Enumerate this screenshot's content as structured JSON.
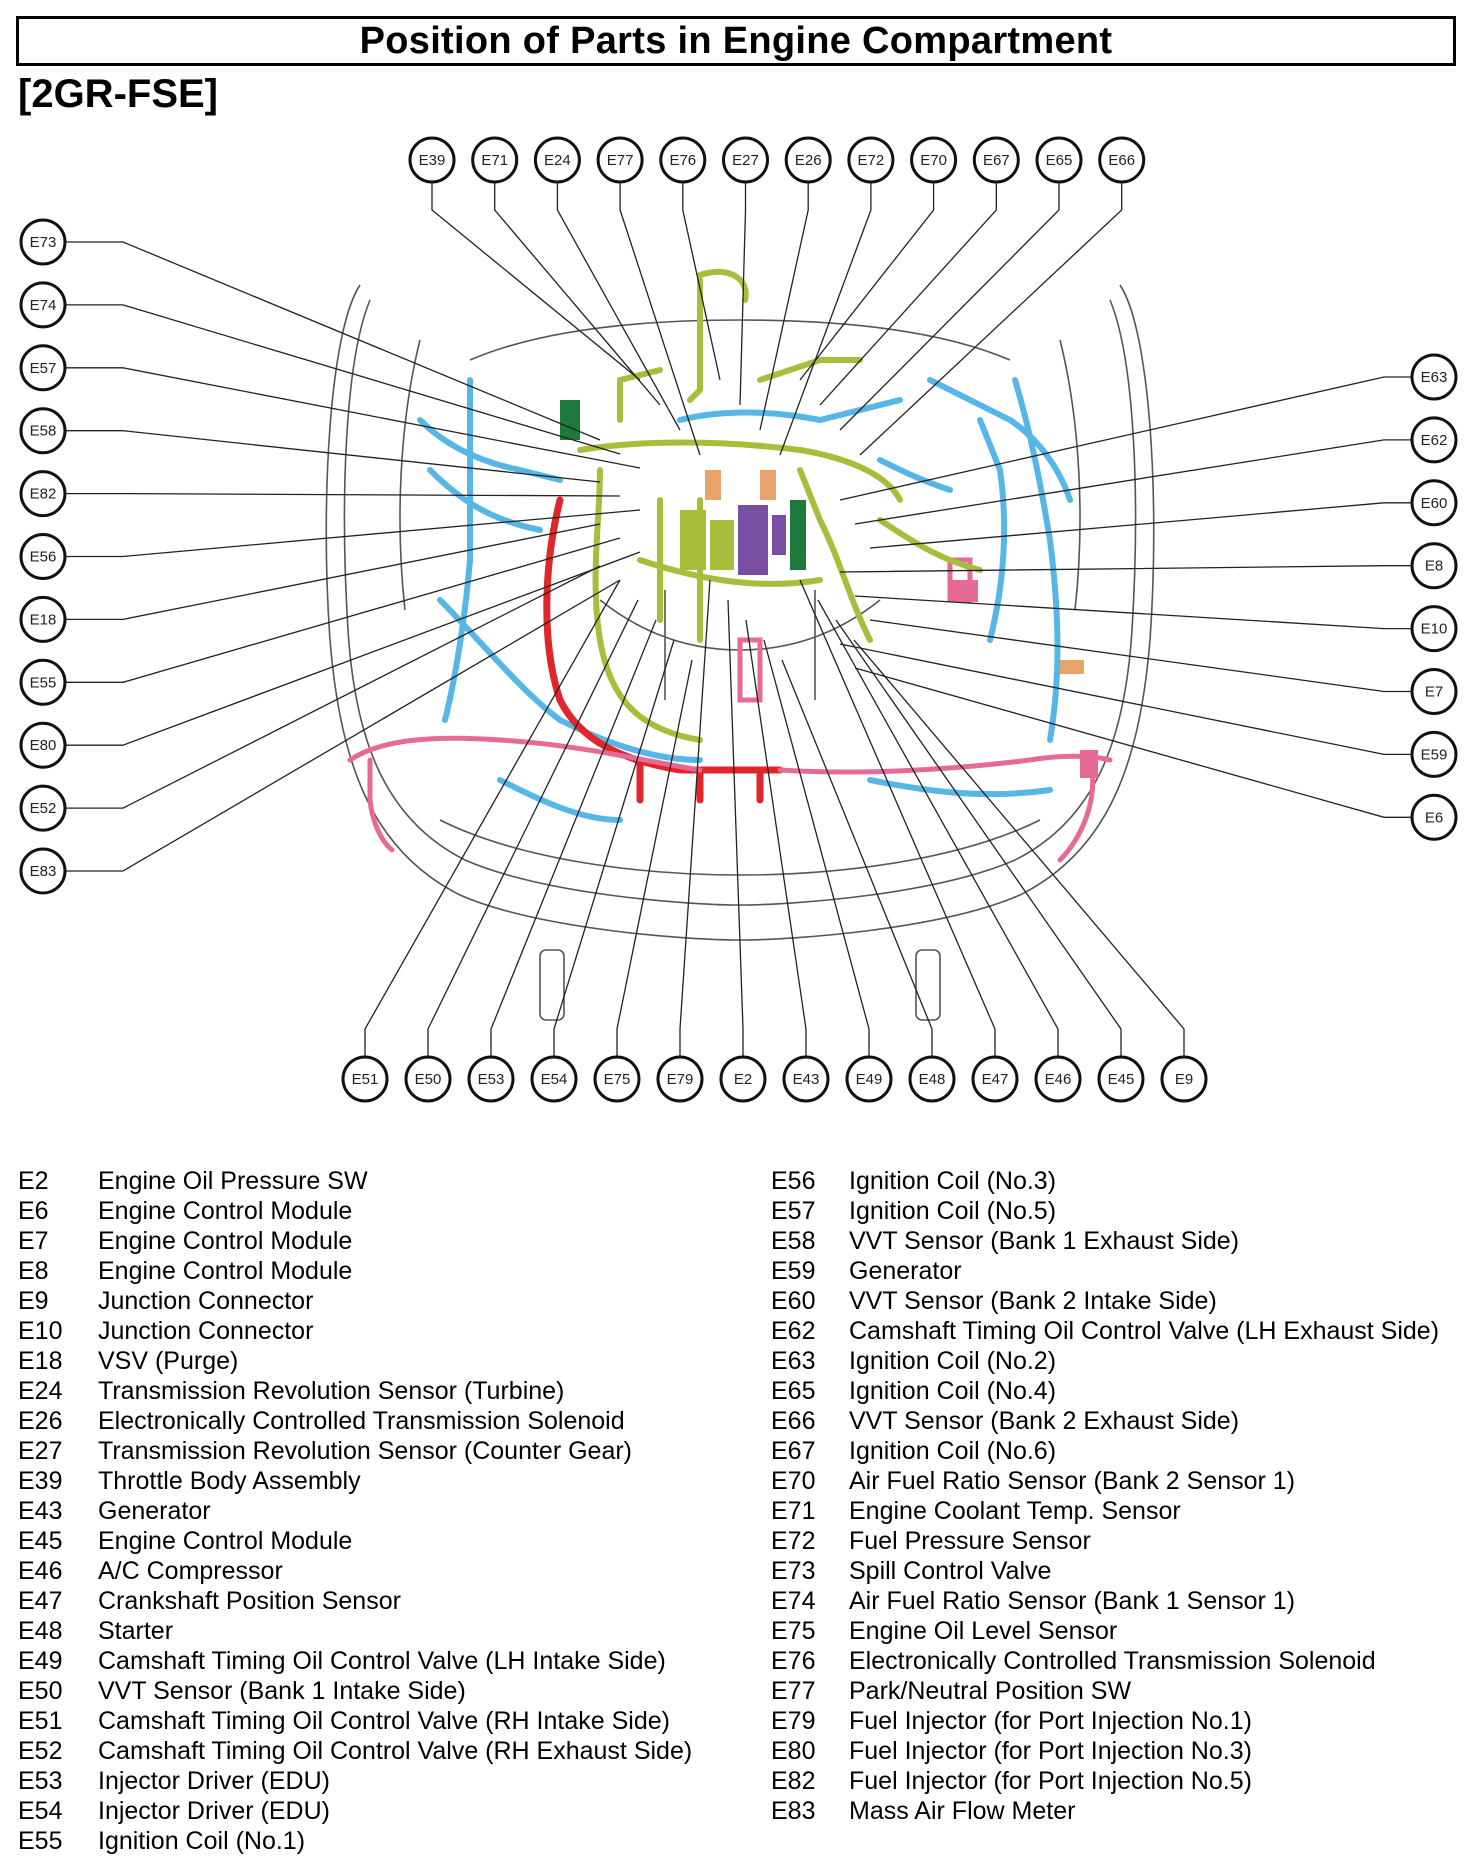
{
  "header": {
    "title": "Position of Parts in Engine Compartment",
    "subtitle": "[2GR-FSE]"
  },
  "callouts": {
    "top": [
      "E39",
      "E71",
      "E24",
      "E77",
      "E76",
      "E27",
      "E26",
      "E72",
      "E70",
      "E67",
      "E65",
      "E66"
    ],
    "left": [
      "E73",
      "E74",
      "E57",
      "E58",
      "E82",
      "E56",
      "E18",
      "E55",
      "E80",
      "E52",
      "E83"
    ],
    "right": [
      "E63",
      "E62",
      "E60",
      "E8",
      "E10",
      "E7",
      "E59",
      "E6"
    ],
    "bottom": [
      "E51",
      "E50",
      "E53",
      "E54",
      "E75",
      "E79",
      "E2",
      "E43",
      "E49",
      "E48",
      "E47",
      "E46",
      "E45",
      "E9"
    ]
  },
  "legend": {
    "left": [
      {
        "code": "E2",
        "name": "Engine Oil Pressure SW"
      },
      {
        "code": "E6",
        "name": "Engine Control Module"
      },
      {
        "code": "E7",
        "name": "Engine Control Module"
      },
      {
        "code": "E8",
        "name": "Engine Control Module"
      },
      {
        "code": "E9",
        "name": "Junction Connector"
      },
      {
        "code": "E10",
        "name": "Junction Connector"
      },
      {
        "code": "E18",
        "name": "VSV (Purge)"
      },
      {
        "code": "E24",
        "name": "Transmission Revolution Sensor (Turbine)"
      },
      {
        "code": "E26",
        "name": "Electronically Controlled Transmission Solenoid"
      },
      {
        "code": "E27",
        "name": "Transmission Revolution Sensor (Counter Gear)"
      },
      {
        "code": "E39",
        "name": "Throttle Body Assembly"
      },
      {
        "code": "E43",
        "name": "Generator"
      },
      {
        "code": "E45",
        "name": "Engine Control Module"
      },
      {
        "code": "E46",
        "name": "A/C Compressor"
      },
      {
        "code": "E47",
        "name": "Crankshaft Position Sensor"
      },
      {
        "code": "E48",
        "name": "Starter"
      },
      {
        "code": "E49",
        "name": "Camshaft Timing Oil Control Valve (LH Intake Side)"
      },
      {
        "code": "E50",
        "name": "VVT Sensor (Bank 1 Intake Side)"
      },
      {
        "code": "E51",
        "name": "Camshaft Timing Oil Control Valve (RH Intake Side)"
      },
      {
        "code": "E52",
        "name": "Camshaft Timing Oil Control Valve (RH Exhaust Side)"
      },
      {
        "code": "E53",
        "name": "Injector Driver (EDU)"
      },
      {
        "code": "E54",
        "name": "Injector Driver (EDU)"
      },
      {
        "code": "E55",
        "name": "Ignition Coil (No.1)"
      }
    ],
    "right": [
      {
        "code": "E56",
        "name": "Ignition Coil (No.3)"
      },
      {
        "code": "E57",
        "name": "Ignition Coil (No.5)"
      },
      {
        "code": "E58",
        "name": "VVT Sensor (Bank 1 Exhaust Side)"
      },
      {
        "code": "E59",
        "name": "Generator"
      },
      {
        "code": "E60",
        "name": "VVT Sensor (Bank 2 Intake Side)"
      },
      {
        "code": "E62",
        "name": "Camshaft Timing Oil Control Valve (LH Exhaust Side)"
      },
      {
        "code": "E63",
        "name": "Ignition Coil (No.2)"
      },
      {
        "code": "E65",
        "name": "Ignition Coil (No.4)"
      },
      {
        "code": "E66",
        "name": "VVT Sensor (Bank 2 Exhaust Side)"
      },
      {
        "code": "E67",
        "name": "Ignition Coil (No.6)"
      },
      {
        "code": "E70",
        "name": "Air Fuel Ratio Sensor (Bank 2 Sensor 1)"
      },
      {
        "code": "E71",
        "name": "Engine Coolant Temp. Sensor"
      },
      {
        "code": "E72",
        "name": "Fuel Pressure Sensor"
      },
      {
        "code": "E73",
        "name": "Spill Control Valve"
      },
      {
        "code": "E74",
        "name": "Air Fuel Ratio Sensor (Bank 1 Sensor 1)"
      },
      {
        "code": "E75",
        "name": "Engine Oil Level Sensor"
      },
      {
        "code": "E76",
        "name": "Electronically Controlled Transmission Solenoid"
      },
      {
        "code": "E77",
        "name": "Park/Neutral Position SW"
      },
      {
        "code": "E79",
        "name": "Fuel Injector (for Port Injection No.1)"
      },
      {
        "code": "E80",
        "name": "Fuel Injector (for Port Injection No.3)"
      },
      {
        "code": "E82",
        "name": "Fuel Injector (for Port Injection No.5)"
      },
      {
        "code": "E83",
        "name": "Mass Air Flow Meter"
      }
    ]
  },
  "colors": {
    "harness_green": "#a7bd3c",
    "harness_blue": "#56b6e6",
    "harness_red": "#e0262b",
    "harness_pink": "#e56a95",
    "harness_purple": "#7a4ea0",
    "harness_orange": "#e8a36a",
    "harness_darkgreen": "#1e7a3c"
  }
}
